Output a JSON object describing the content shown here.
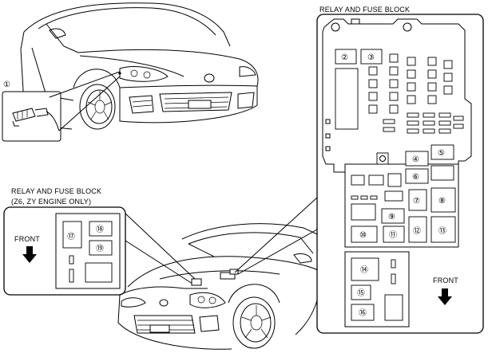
{
  "labels": {
    "relay_fuse_block_main": "RELAY AND FUSE BLOCK",
    "relay_fuse_block_sub_line1": "RELAY AND FUSE BLOCK",
    "relay_fuse_block_sub_line2": "(Z6, ZY ENGINE ONLY)",
    "front_left": "FRONT",
    "front_right": "FRONT"
  },
  "callouts": {
    "c1": "①",
    "c2": "②",
    "c3": "③",
    "c4": "④",
    "c5": "⑤",
    "c6": "⑥",
    "c7": "⑦",
    "c8": "⑧",
    "c9": "⑨",
    "c10": "⑩",
    "c11": "⑪",
    "c12": "⑫",
    "c13": "⑬",
    "c14": "⑭",
    "c15": "⑮",
    "c16": "⑯",
    "c17": "⑰",
    "c18": "⑱",
    "c19": "⑲"
  }
}
